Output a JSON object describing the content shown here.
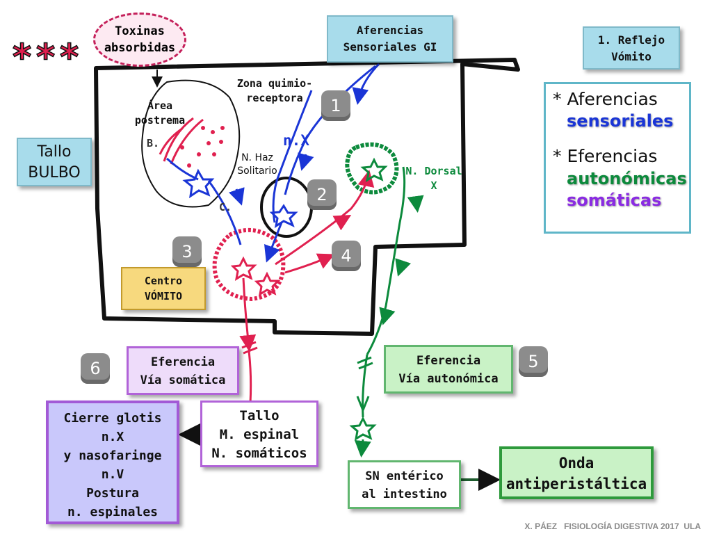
{
  "toxins": {
    "line1": "Toxinas",
    "line2": "absorbidas"
  },
  "afferent_gi": {
    "line1": "Aferencias",
    "line2": "Sensoriales GI"
  },
  "title_box": {
    "line1": "1. Reflejo",
    "line2": "Vómito"
  },
  "legend": {
    "aff_title": "* Aferencias",
    "aff_sub": "sensoriales",
    "eff_title": "* Eferencias",
    "eff_sub1": "autonómicas",
    "eff_sub2": "somáticas"
  },
  "tallo_bulbo": {
    "line1": "Tallo",
    "line2": "BULBO"
  },
  "labels": {
    "area_postrema_1": "Área",
    "area_postrema_2": "postrema",
    "zona_1": "Zona quimio-",
    "zona_2": "receptora",
    "haz_1": "N. Haz",
    "haz_2": "Solitario",
    "nx": "n.X",
    "dorsal_1": "N. Dorsal",
    "dorsal_2": "X",
    "b_mark": "B.",
    "c_mark": "C."
  },
  "numbers": [
    "1",
    "2",
    "3",
    "4",
    "5",
    "6"
  ],
  "centro": {
    "line1": "Centro",
    "line2": "VÓMITO"
  },
  "eff_somatic": {
    "line1": "Eferencia",
    "line2": "Vía somática"
  },
  "eff_autonomic": {
    "line1": "Eferencia",
    "line2": "Vía autonómica"
  },
  "cierre": {
    "l1": "Cierre glotis",
    "l2": "n.X",
    "l3": "y nasofaringe",
    "l4": "n.V",
    "l5": "Postura",
    "l6": "n. espinales"
  },
  "tallo_med": {
    "l1": "Tallo",
    "l2": "M. espinal",
    "l3": "N. somáticos"
  },
  "sn_enterico": {
    "l1": "SN entérico",
    "l2": "al intestino"
  },
  "onda": {
    "l1": "Onda",
    "l2": "antiperistáltica"
  },
  "footer": "X. PÁEZ   FISIOLOGÍA DIGESTIVA 2017  ULA",
  "colors": {
    "afferent": "#1a35d6",
    "somatic": "#e0204f",
    "autonomic": "#0c8a3c",
    "purple": "#8a2be2"
  }
}
